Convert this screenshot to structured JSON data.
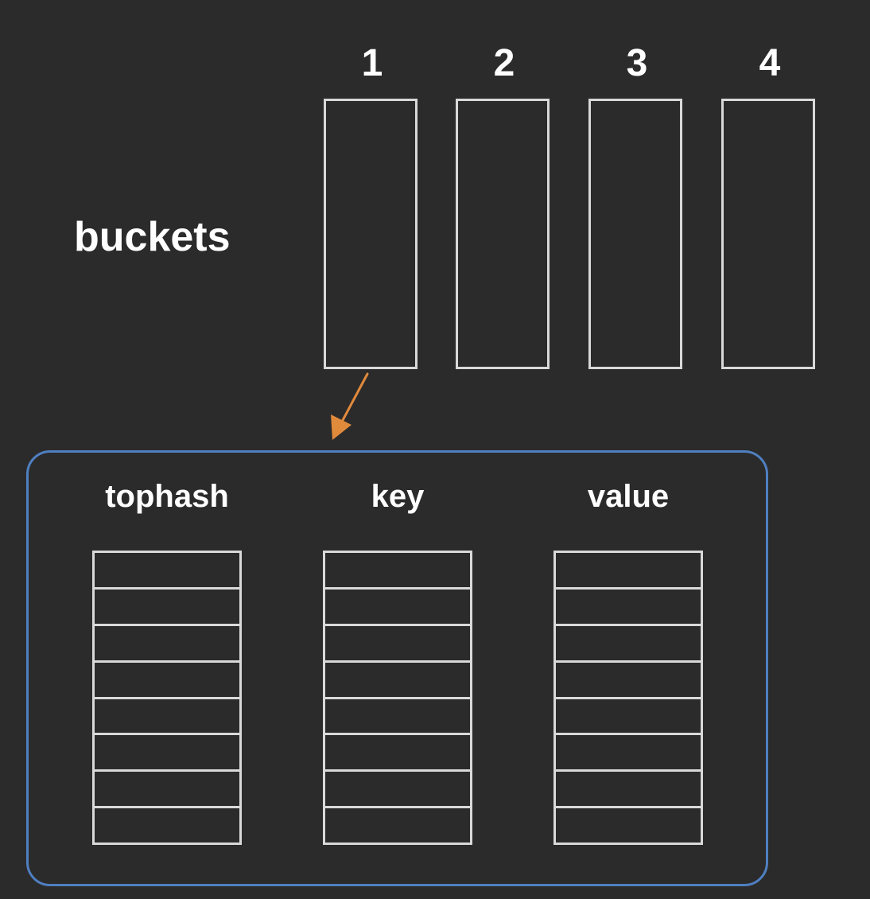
{
  "buckets": {
    "label": "buckets",
    "items": [
      {
        "number": "1"
      },
      {
        "number": "2"
      },
      {
        "number": "3"
      },
      {
        "number": "4"
      }
    ]
  },
  "bucket_detail": {
    "columns": [
      {
        "title": "tophash",
        "slots": 8
      },
      {
        "title": "key",
        "slots": 8
      },
      {
        "title": "value",
        "slots": 8
      }
    ]
  },
  "colors": {
    "background": "#2b2b2b",
    "box_outline": "#d9d9d9",
    "detail_outline": "#4f7fc0",
    "arrow": "#e08a3c",
    "text": "#ffffff"
  }
}
